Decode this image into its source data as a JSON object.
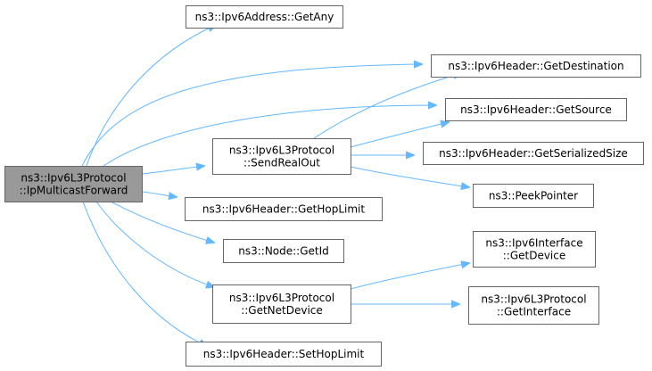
{
  "colors": {
    "edge": "#63b8ff",
    "node_fill": "#ffffff",
    "node_border": "#666666",
    "root_fill": "#999999"
  },
  "nodes": [
    {
      "id": "root",
      "lines": [
        "ns3::Ipv6L3Protocol",
        "::IpMulticastForward"
      ],
      "root": true
    },
    {
      "id": "getany",
      "lines": [
        "ns3::Ipv6Address::GetAny"
      ]
    },
    {
      "id": "getdest",
      "lines": [
        "ns3::Ipv6Header::GetDestination"
      ]
    },
    {
      "id": "getsource",
      "lines": [
        "ns3::Ipv6Header::GetSource"
      ]
    },
    {
      "id": "sendrealout",
      "lines": [
        "ns3::Ipv6L3Protocol",
        "::SendRealOut"
      ]
    },
    {
      "id": "getsersize",
      "lines": [
        "ns3::Ipv6Header::GetSerializedSize"
      ]
    },
    {
      "id": "peekpointer",
      "lines": [
        "ns3::PeekPointer"
      ]
    },
    {
      "id": "gethoplimit",
      "lines": [
        "ns3::Ipv6Header::GetHopLimit"
      ]
    },
    {
      "id": "nodegetid",
      "lines": [
        "ns3::Node::GetId"
      ]
    },
    {
      "id": "ifgetdevice",
      "lines": [
        "ns3::Ipv6Interface",
        "::GetDevice"
      ]
    },
    {
      "id": "getnetdevice",
      "lines": [
        "ns3::Ipv6L3Protocol",
        "::GetNetDevice"
      ]
    },
    {
      "id": "getinterface",
      "lines": [
        "ns3::Ipv6L3Protocol",
        "::GetInterface"
      ]
    },
    {
      "id": "sethoplimit",
      "lines": [
        "ns3::Ipv6Header::SetHopLimit"
      ]
    }
  ],
  "edges": [
    {
      "from": "root",
      "to": "getany"
    },
    {
      "from": "root",
      "to": "getdest"
    },
    {
      "from": "root",
      "to": "getsource"
    },
    {
      "from": "root",
      "to": "sendrealout"
    },
    {
      "from": "root",
      "to": "gethoplimit"
    },
    {
      "from": "root",
      "to": "nodegetid"
    },
    {
      "from": "root",
      "to": "getnetdevice"
    },
    {
      "from": "root",
      "to": "sethoplimit"
    },
    {
      "from": "sendrealout",
      "to": "getdest"
    },
    {
      "from": "sendrealout",
      "to": "getsource"
    },
    {
      "from": "sendrealout",
      "to": "getsersize"
    },
    {
      "from": "sendrealout",
      "to": "peekpointer"
    },
    {
      "from": "getnetdevice",
      "to": "ifgetdevice"
    },
    {
      "from": "getnetdevice",
      "to": "getinterface"
    }
  ]
}
